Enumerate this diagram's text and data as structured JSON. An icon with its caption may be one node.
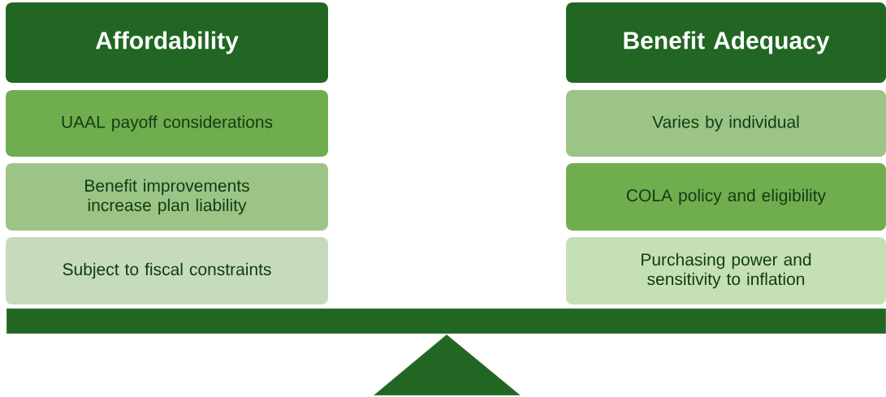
{
  "diagram": {
    "nodes": [
      {
        "text": [
          "Affordability"
        ]
      },
      {
        "text": [
          "UAAL payoff considerations"
        ]
      },
      {
        "text": [
          "Benefit improvements increase plan liability"
        ]
      },
      {
        "text": [
          "Subject to fiscal constraints"
        ]
      },
      {
        "text": [
          "Benefit Adequacy"
        ]
      },
      {
        "text": [
          "Varies by individual"
        ]
      },
      {
        "text": [
          "COLA policy and eligibility"
        ]
      },
      {
        "text": [
          "Purchasing power and sensitivity to inflation"
        ]
      }
    ]
  }
}
